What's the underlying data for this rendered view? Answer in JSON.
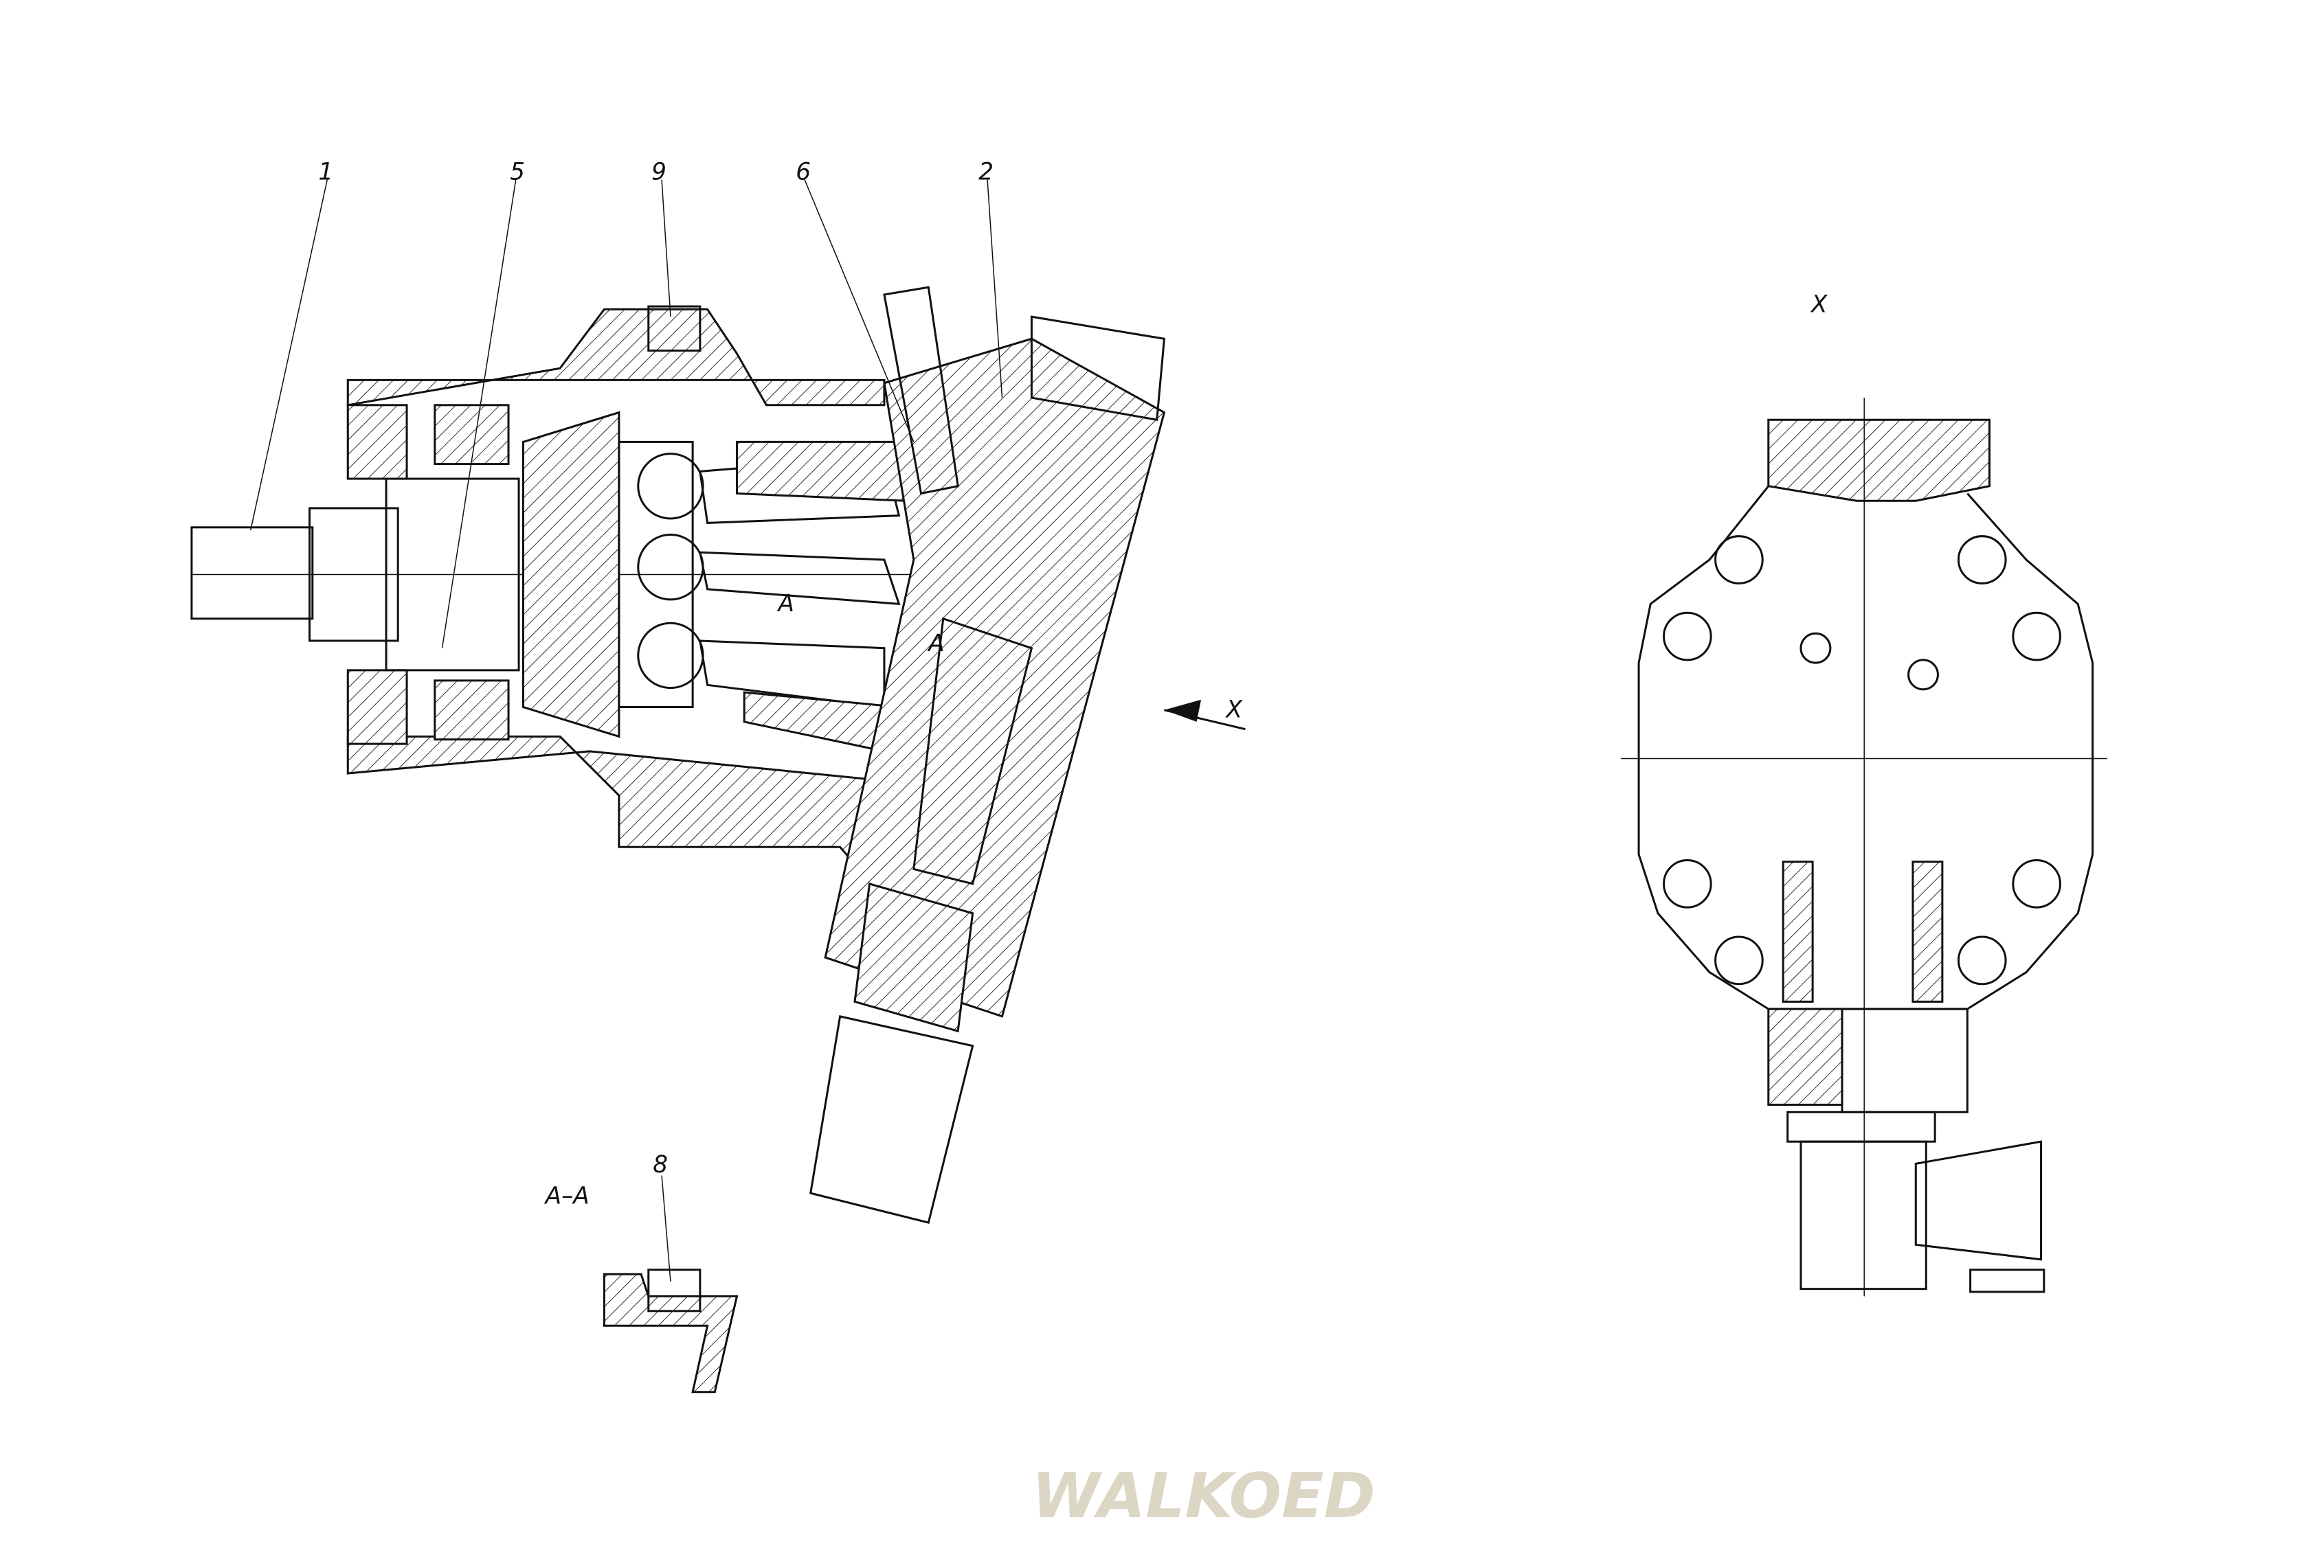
{
  "drawing": {
    "watermark": "WALKOED",
    "main_view": {
      "callouts": [
        "1",
        "5",
        "9",
        "6",
        "2"
      ],
      "view_arrow_label": "X",
      "section_marks": [
        "A",
        "A"
      ]
    },
    "section_view": {
      "title": "A–A",
      "callout": "8"
    },
    "side_view": {
      "title": "X"
    }
  }
}
